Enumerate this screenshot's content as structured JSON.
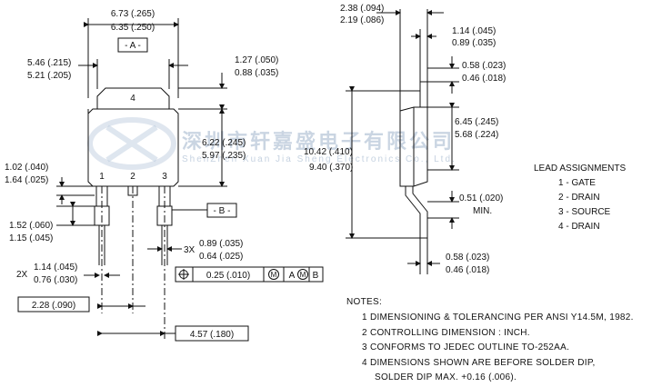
{
  "front": {
    "width_max": "6.73 (.265)",
    "width_min": "6.35 (.250)",
    "datum_a": "- A -",
    "tab_width_max": "5.46 (.215)",
    "tab_width_min": "5.21 (.205)",
    "tab_len_max": "1.27 (.050)",
    "tab_len_min": "0.88 (.035)",
    "body_h_max": "6.22 (.245)",
    "body_h_min": "5.97 (.235)",
    "pin_stub_max": "1.02 (.040)",
    "pin_stub_min": "1.64 (.025)",
    "shoulder_max": "1.52 (.060)",
    "shoulder_min": "1.15 (.045)",
    "datum_b": "- B -",
    "lead_w_prefix": "2X",
    "lead_w_max": "1.14 (.045)",
    "lead_w_min": "0.76 (.030)",
    "pitch": "2.28 (.090)",
    "span": "4.57 (.180)",
    "lead_t_prefix": "3X",
    "lead_t_max": "0.89 (.035)",
    "lead_t_min": "0.64 (.025)",
    "tol_value": "0.25 (.010)",
    "tol_m1": "M",
    "tol_a": "A",
    "tol_m2": "M",
    "tol_b": "B",
    "pin4": "4",
    "pin1": "1",
    "pin2": "2",
    "pin3": "3"
  },
  "side": {
    "thick_max": "2.38 (.094)",
    "thick_min": "2.19 (.086)",
    "tab_t_max": "1.14 (.045)",
    "tab_t_min": "0.89 (.035)",
    "step_max": "0.58 (.023)",
    "step_min": "0.46 (.018)",
    "body_max": "6.45 (.245)",
    "body_min": "5.68 (.224)",
    "overall_max": "10.42 (.410)",
    "overall_min": "9.40 (.370)",
    "standoff": "0.51 (.020)",
    "standoff_note": "MIN.",
    "lead_t_max": "0.58 (.023)",
    "lead_t_min": "0.46 (.018)"
  },
  "leads": {
    "title": "LEAD ASSIGNMENTS",
    "items": [
      "1 - GATE",
      "2 - DRAIN",
      "3 - SOURCE",
      "4 - DRAIN"
    ]
  },
  "notes": {
    "title": "NOTES:",
    "items": [
      "1  DIMENSIONING & TOLERANCING PER ANSI Y14.5M, 1982.",
      "2  CONTROLLING DIMENSION : INCH.",
      "3  CONFORMS TO JEDEC OUTLINE TO-252AA.",
      "4  DIMENSIONS SHOWN ARE BEFORE SOLDER DIP,",
      "SOLDER DIP MAX. +0.16 (.006)."
    ]
  },
  "watermark": {
    "cn": "深圳市轩嘉盛电子有限公司",
    "en": "ShenZhen Xuan Jia Sheng Electronics Co., Ltd."
  },
  "colors": {
    "line": "#111111",
    "watermark": "#9fb4cc"
  }
}
